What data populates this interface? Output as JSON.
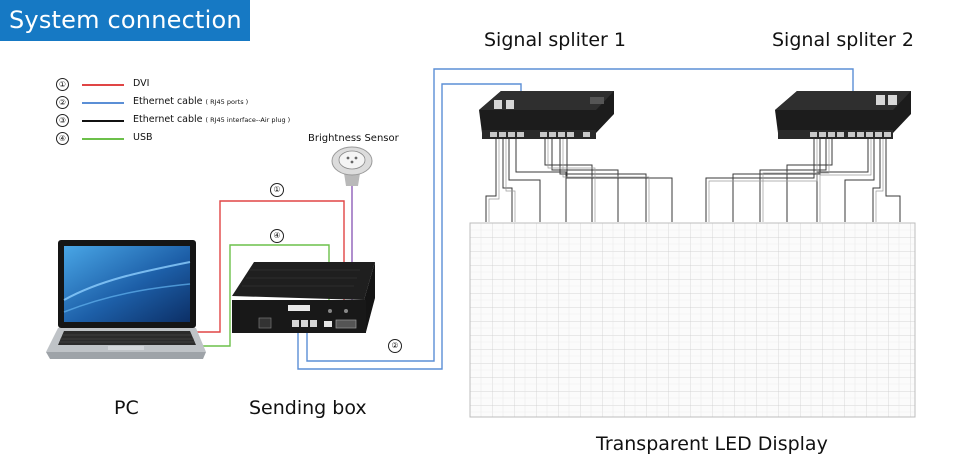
{
  "header": {
    "title": "System connection"
  },
  "legend": [
    {
      "num": "①",
      "label": "DVI",
      "note": "",
      "color": "#e04545"
    },
    {
      "num": "②",
      "label": "Ethernet cable",
      "note": "( RJ45 ports )",
      "color": "#5b8fd6"
    },
    {
      "num": "③",
      "label": "Ethernet cable",
      "note": "( RJ45 interface--Air plug )",
      "color": "#111111"
    },
    {
      "num": "④",
      "label": "USB",
      "note": "",
      "color": "#6cc04a"
    }
  ],
  "labels": {
    "brightness_sensor": "Brightness Sensor",
    "splitter1": "Signal spliter 1",
    "splitter2": "Signal spliter 2",
    "pc": "PC",
    "sending_box": "Sending box",
    "display": "Transparent LED Display"
  },
  "markers": {
    "dvi": "①",
    "usb": "④",
    "ethernet": "②"
  }
}
